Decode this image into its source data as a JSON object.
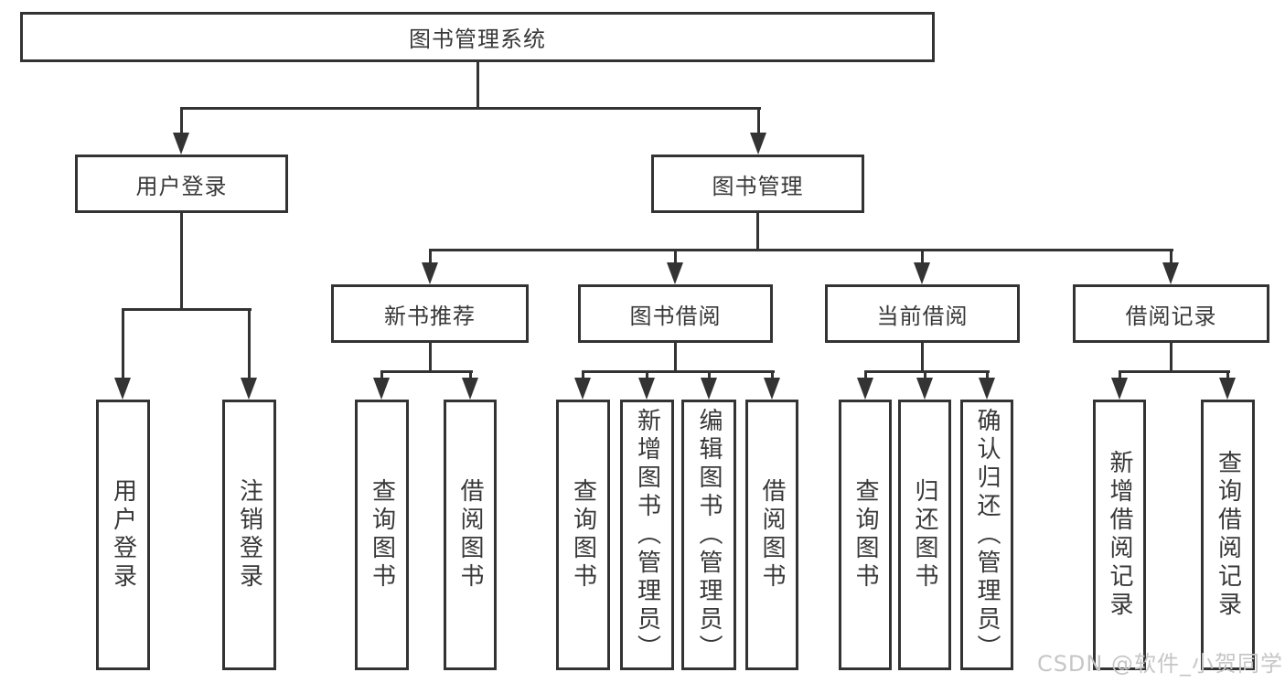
{
  "colors": {
    "line": "#333333",
    "text": "#383838",
    "background": "#ffffff",
    "watermark": "#c6c6c6"
  },
  "watermark": "CSDN @软件_小贺同学",
  "diagram": {
    "root": {
      "label": "图书管理系统"
    },
    "branches": [
      {
        "label": "用户登录",
        "children": [
          {
            "label": "用户登录"
          },
          {
            "label": "注销登录"
          }
        ]
      },
      {
        "label": "图书管理",
        "children": [
          {
            "label": "新书推荐",
            "children": [
              {
                "label": "查询图书"
              },
              {
                "label": "借阅图书"
              }
            ]
          },
          {
            "label": "图书借阅",
            "children": [
              {
                "label": "查询图书"
              },
              {
                "label": "新增图书（管理员）"
              },
              {
                "label": "编辑图书（管理员）"
              },
              {
                "label": "借阅图书"
              }
            ]
          },
          {
            "label": "当前借阅",
            "children": [
              {
                "label": "查询图书"
              },
              {
                "label": "归还图书"
              },
              {
                "label": "确认归还（管理员）"
              }
            ]
          },
          {
            "label": "借阅记录",
            "children": [
              {
                "label": "新增借阅记录"
              },
              {
                "label": "查询借阅记录"
              }
            ]
          }
        ]
      }
    ]
  }
}
